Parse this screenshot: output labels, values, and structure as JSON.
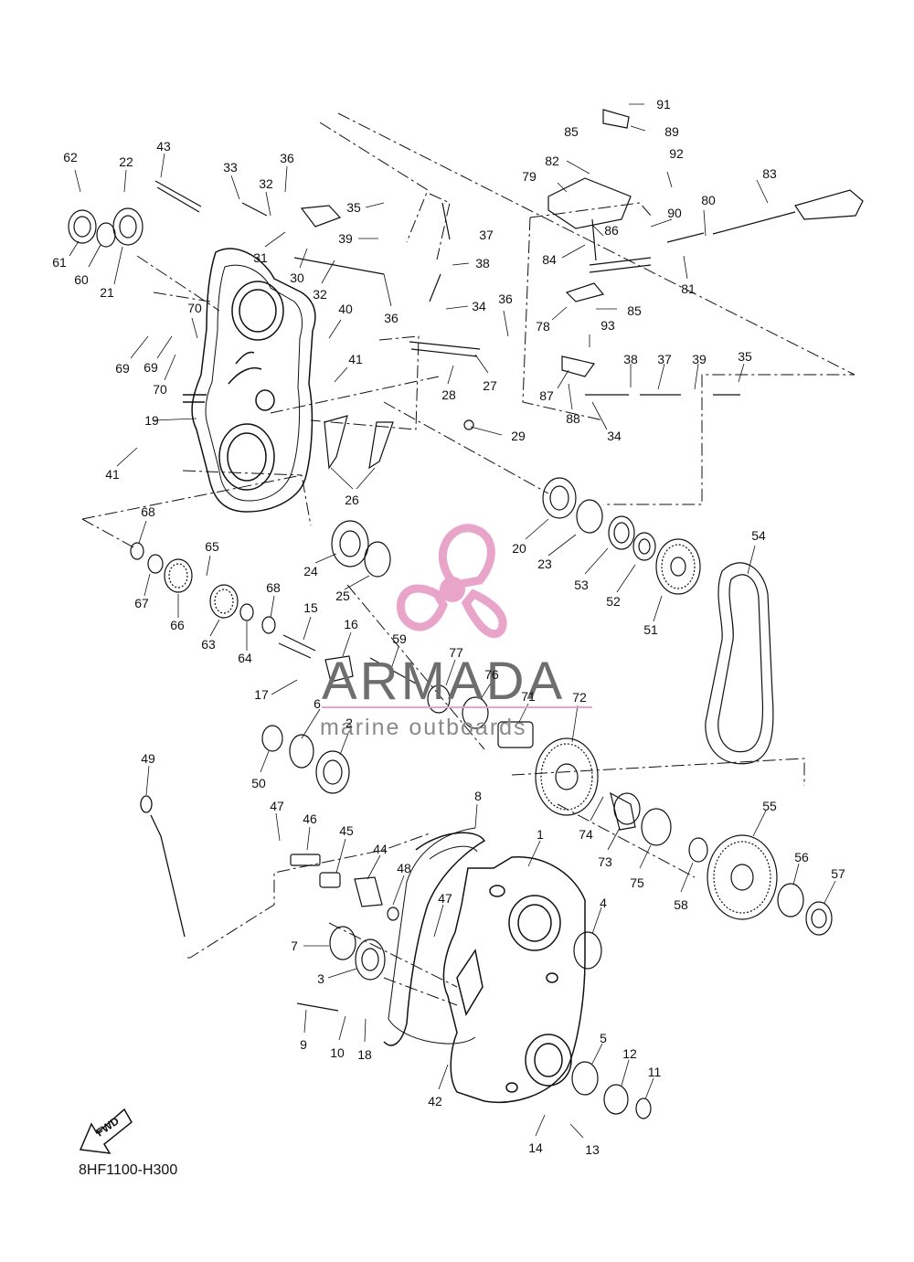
{
  "diagram": {
    "code": "8HF1100-H300",
    "fwd_label": "FWD",
    "watermark": {
      "title": "ARMADA",
      "subtitle": "marine outboards",
      "accent_color": "#e8a0c8"
    },
    "callouts": [
      {
        "label": "91"
      },
      {
        "label": "85"
      },
      {
        "label": "89"
      },
      {
        "label": "82"
      },
      {
        "label": "92"
      },
      {
        "label": "79"
      },
      {
        "label": "83"
      },
      {
        "label": "80"
      },
      {
        "label": "90"
      },
      {
        "label": "86"
      },
      {
        "label": "84"
      },
      {
        "label": "81"
      },
      {
        "label": "85"
      },
      {
        "label": "78"
      },
      {
        "label": "93"
      },
      {
        "label": "38"
      },
      {
        "label": "37"
      },
      {
        "label": "39"
      },
      {
        "label": "35"
      },
      {
        "label": "87"
      },
      {
        "label": "88"
      },
      {
        "label": "34"
      },
      {
        "label": "62"
      },
      {
        "label": "22"
      },
      {
        "label": "43"
      },
      {
        "label": "33"
      },
      {
        "label": "36"
      },
      {
        "label": "32"
      },
      {
        "label": "35"
      },
      {
        "label": "37"
      },
      {
        "label": "39"
      },
      {
        "label": "31"
      },
      {
        "label": "30"
      },
      {
        "label": "32"
      },
      {
        "label": "38"
      },
      {
        "label": "61"
      },
      {
        "label": "60"
      },
      {
        "label": "21"
      },
      {
        "label": "34"
      },
      {
        "label": "36"
      },
      {
        "label": "36"
      },
      {
        "label": "40"
      },
      {
        "label": "70"
      },
      {
        "label": "69"
      },
      {
        "label": "69"
      },
      {
        "label": "70"
      },
      {
        "label": "41"
      },
      {
        "label": "27"
      },
      {
        "label": "28"
      },
      {
        "label": "19"
      },
      {
        "label": "29"
      },
      {
        "label": "41"
      },
      {
        "label": "26"
      },
      {
        "label": "20"
      },
      {
        "label": "23"
      },
      {
        "label": "53"
      },
      {
        "label": "52"
      },
      {
        "label": "51"
      },
      {
        "label": "54"
      },
      {
        "label": "68"
      },
      {
        "label": "24"
      },
      {
        "label": "25"
      },
      {
        "label": "65"
      },
      {
        "label": "67"
      },
      {
        "label": "66"
      },
      {
        "label": "68"
      },
      {
        "label": "63"
      },
      {
        "label": "64"
      },
      {
        "label": "15"
      },
      {
        "label": "16"
      },
      {
        "label": "59"
      },
      {
        "label": "77"
      },
      {
        "label": "76"
      },
      {
        "label": "71"
      },
      {
        "label": "72"
      },
      {
        "label": "17"
      },
      {
        "label": "6"
      },
      {
        "label": "2"
      },
      {
        "label": "50"
      },
      {
        "label": "49"
      },
      {
        "label": "8"
      },
      {
        "label": "74"
      },
      {
        "label": "73"
      },
      {
        "label": "55"
      },
      {
        "label": "47"
      },
      {
        "label": "46"
      },
      {
        "label": "45"
      },
      {
        "label": "44"
      },
      {
        "label": "48"
      },
      {
        "label": "1"
      },
      {
        "label": "75"
      },
      {
        "label": "58"
      },
      {
        "label": "56"
      },
      {
        "label": "57"
      },
      {
        "label": "47"
      },
      {
        "label": "4"
      },
      {
        "label": "7"
      },
      {
        "label": "3"
      },
      {
        "label": "9"
      },
      {
        "label": "10"
      },
      {
        "label": "18"
      },
      {
        "label": "5"
      },
      {
        "label": "12"
      },
      {
        "label": "11"
      },
      {
        "label": "42"
      },
      {
        "label": "14"
      },
      {
        "label": "13"
      }
    ]
  }
}
